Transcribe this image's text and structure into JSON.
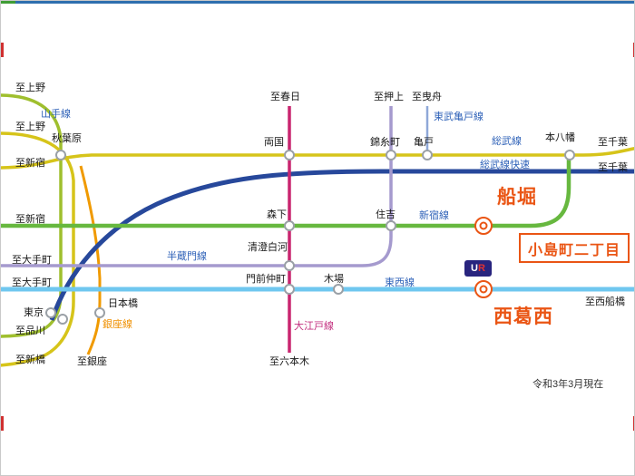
{
  "colors": {
    "highlight_orange": "#ea5514",
    "label_blue": "#2f62b8",
    "label_pink": "#c3307f",
    "label_orange": "#ef9000",
    "station_ring_gray": "#9aa0a6"
  },
  "lines": [
    {
      "id": "ginza",
      "name": "銀座線",
      "color": "#f09a00"
    },
    {
      "id": "yamanote-outer",
      "name": "山手線",
      "color": "#9fbf2e"
    },
    {
      "id": "yamanote-inner",
      "name": "山手線",
      "color": "#d6c41a"
    },
    {
      "id": "sobu-rapid",
      "name": "総武線快速",
      "color": "#27489b"
    },
    {
      "id": "sobu",
      "name": "総武線",
      "color": "#d6c41a"
    },
    {
      "id": "shinjuku",
      "name": "新宿線",
      "color": "#67b83f"
    },
    {
      "id": "hanzomon",
      "name": "半蔵門線",
      "color": "#a59ace"
    },
    {
      "id": "tozai",
      "name": "東西線",
      "color": "#6fc7ef"
    },
    {
      "id": "tobu-kameido",
      "name": "東武亀戸線",
      "color": "#8fa8d8"
    },
    {
      "id": "oedo",
      "name": "大江戸線",
      "color": "#c9256f"
    }
  ],
  "stations": [
    {
      "id": "akihabara",
      "name": "秋葉原"
    },
    {
      "id": "ryogoku",
      "name": "両国"
    },
    {
      "id": "kinshicho",
      "name": "錦糸町"
    },
    {
      "id": "kameido",
      "name": "亀戸"
    },
    {
      "id": "motoyawata",
      "name": "本八幡"
    },
    {
      "id": "morishita",
      "name": "森下"
    },
    {
      "id": "sumiyoshi",
      "name": "住吉"
    },
    {
      "id": "kiyosumi-shirakawa",
      "name": "清澄白河"
    },
    {
      "id": "monzen-nakacho",
      "name": "門前仲町"
    },
    {
      "id": "kiba",
      "name": "木場"
    },
    {
      "id": "tokyo",
      "name": "東京"
    },
    {
      "id": "nihombashi",
      "name": "日本橋"
    }
  ],
  "directions": [
    {
      "text": "至上野"
    },
    {
      "text": "至上野"
    },
    {
      "text": "至新宿"
    },
    {
      "text": "至新宿"
    },
    {
      "text": "至大手町"
    },
    {
      "text": "至大手町"
    },
    {
      "text": "至品川"
    },
    {
      "text": "至新橋"
    },
    {
      "text": "至銀座"
    },
    {
      "text": "至春日"
    },
    {
      "text": "至押上"
    },
    {
      "text": "至曳舟"
    },
    {
      "text": "至千葉"
    },
    {
      "text": "至千葉"
    },
    {
      "text": "至西船橋"
    },
    {
      "text": "至六本木"
    }
  ],
  "highlights": {
    "funabori": "船堀",
    "nishikasai": "西葛西",
    "kojimacho": "小島町二丁目"
  },
  "logo": {
    "u": "U",
    "r": "R"
  },
  "note": {
    "as_of": "令和3年3月現在"
  }
}
